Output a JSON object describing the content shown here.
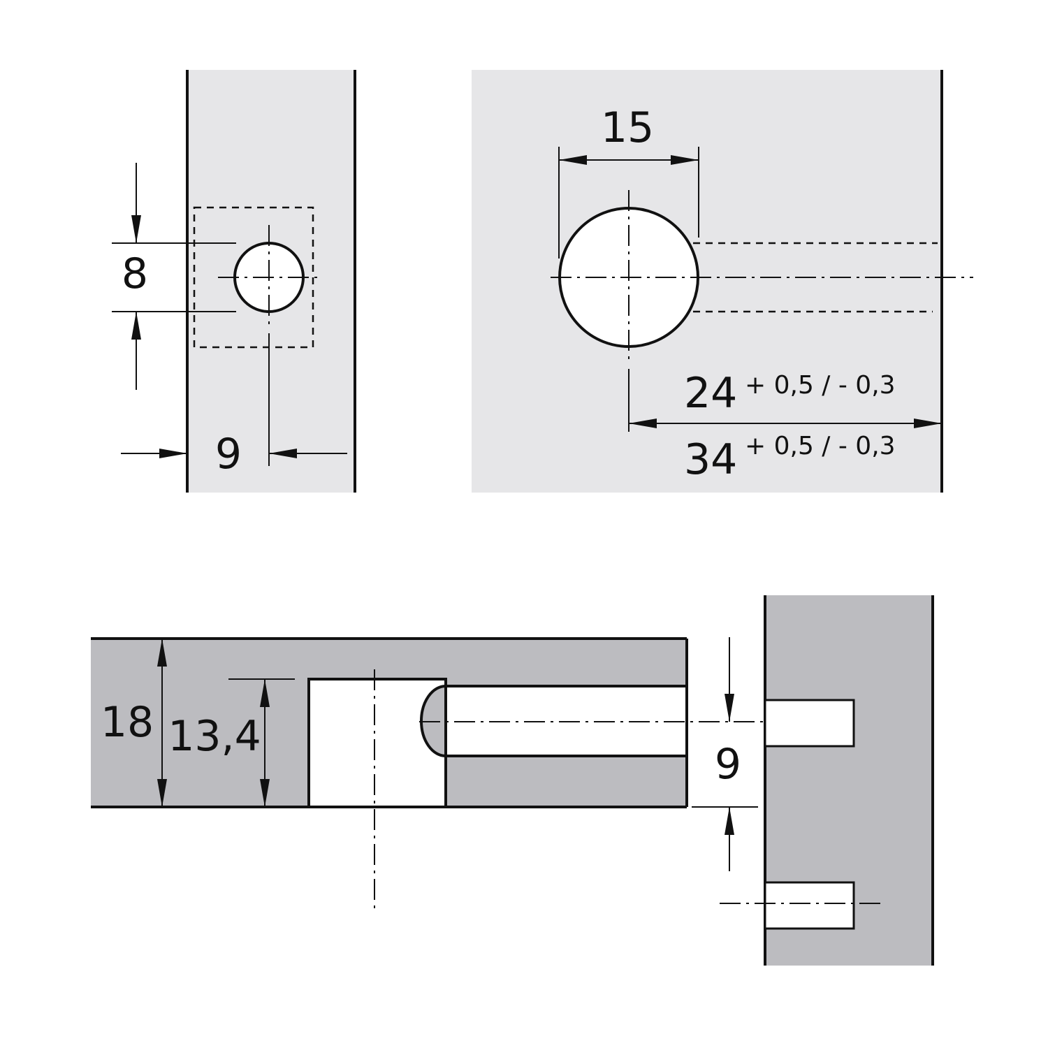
{
  "dimensions": {
    "edge_hole_spacing": "8",
    "edge_offset": "9",
    "bore_diameter": "15",
    "distance_a": "24",
    "distance_b": "34",
    "tolerance_a": "+ 0,5 / - 0,3",
    "tolerance_b": "+ 0,5 / - 0,3",
    "panel_thickness": "18",
    "bore_depth": "13,4",
    "dowel_offset": "9"
  },
  "colors": {
    "panel_light": "#e6e6e8",
    "panel_section": "#bcbcc0",
    "line": "#111111"
  }
}
